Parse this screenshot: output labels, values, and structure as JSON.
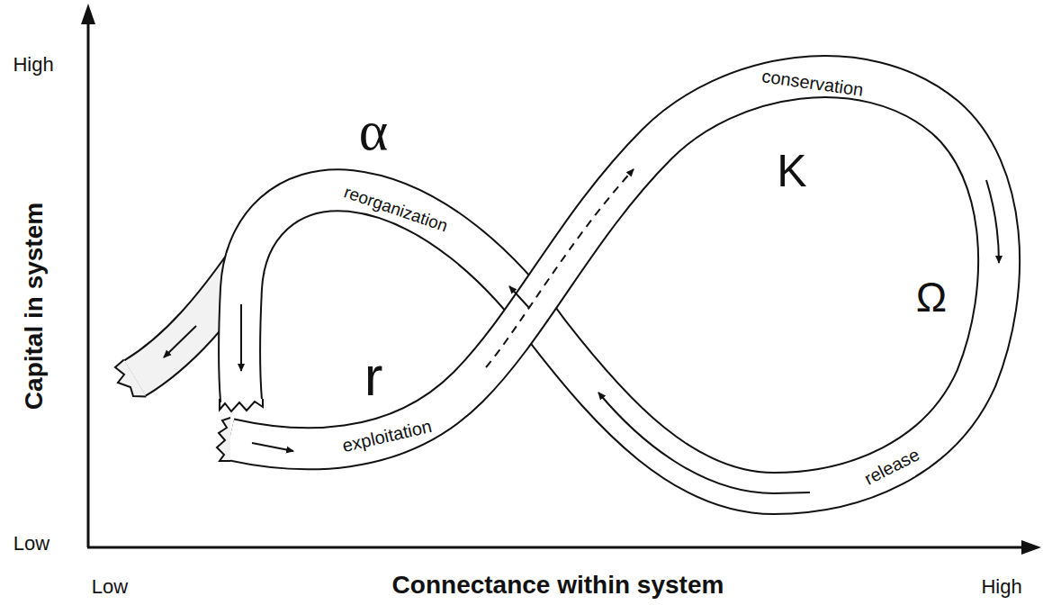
{
  "diagram": {
    "labels": [
      "High",
      "Low",
      "Capital in system",
      "Low",
      "Connectance within system",
      "High",
      "α",
      "reorganization",
      "r",
      "exploitation",
      "conservation",
      "K",
      "Ω",
      "release"
    ]
  }
}
